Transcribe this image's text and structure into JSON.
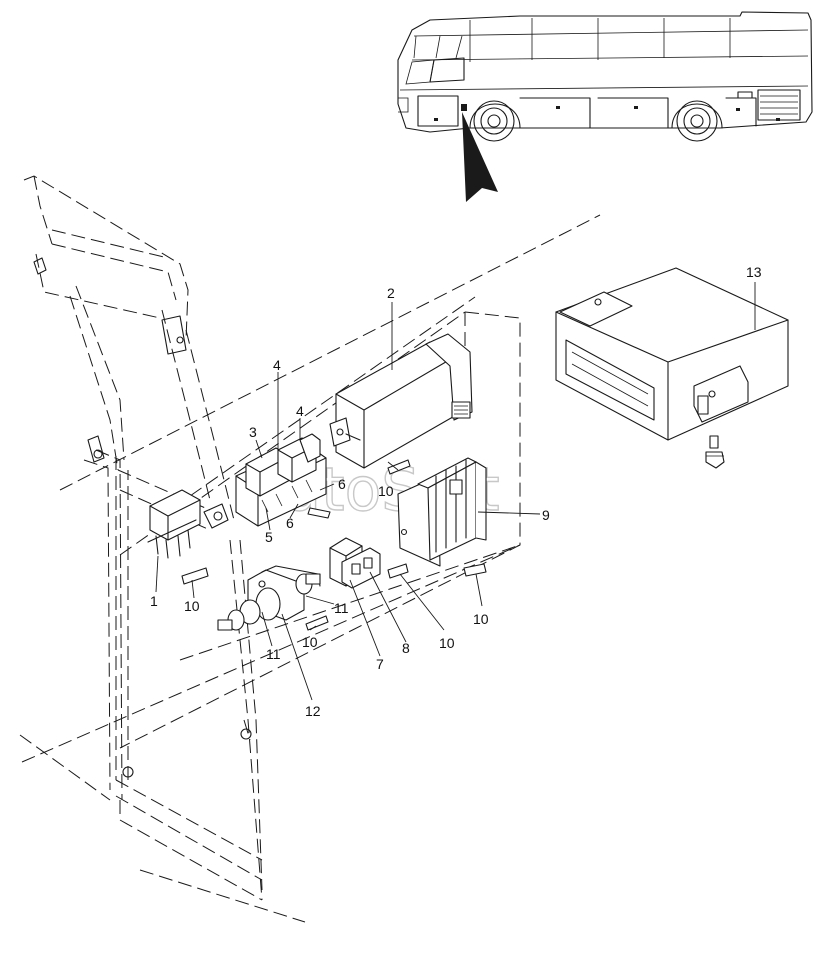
{
  "watermark": "AutoSoft",
  "callouts": [
    {
      "id": "c13",
      "text": "13"
    },
    {
      "id": "c2",
      "text": "2"
    },
    {
      "id": "c4a",
      "text": "4"
    },
    {
      "id": "c4b",
      "text": "4"
    },
    {
      "id": "c3",
      "text": "3"
    },
    {
      "id": "c6a",
      "text": "6"
    },
    {
      "id": "c6b",
      "text": "6"
    },
    {
      "id": "c5",
      "text": "5"
    },
    {
      "id": "c10a",
      "text": "10"
    },
    {
      "id": "c9",
      "text": "9"
    },
    {
      "id": "c1",
      "text": "1"
    },
    {
      "id": "c10b",
      "text": "10"
    },
    {
      "id": "c11a",
      "text": "11"
    },
    {
      "id": "c11b",
      "text": "11"
    },
    {
      "id": "c10c",
      "text": "10"
    },
    {
      "id": "c12",
      "text": "12"
    },
    {
      "id": "c7",
      "text": "7"
    },
    {
      "id": "c8",
      "text": "8"
    },
    {
      "id": "c10d",
      "text": "10"
    },
    {
      "id": "c10e",
      "text": "10"
    }
  ]
}
